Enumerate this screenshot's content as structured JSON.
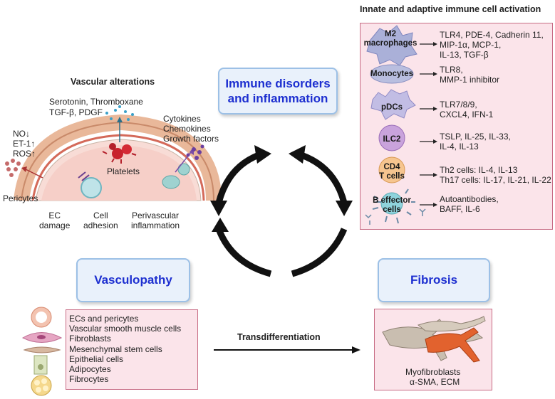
{
  "vascular": {
    "title": "Vascular alterations",
    "serotonin": "Serotonin, Thromboxane",
    "tgf": "TGF-β, PDGF",
    "cytokines": "Cytokines",
    "chemokines": "Chemokines",
    "growth": "Growth factors",
    "no": "NO↓",
    "et1": "ET-1↑",
    "ros": "ROS↑",
    "platelets": "Platelets",
    "pericytes": "Pericytes",
    "ec_damage": "EC\ndamage",
    "cell_adhesion": "Cell\nadhesion",
    "perivascular": "Perivascular\ninflammation"
  },
  "immune_title": "Immune disorders\nand inflammation",
  "innate": {
    "heading": "Innate and adaptive immune cell activation",
    "cells": [
      {
        "name": "M2\nmacrophages",
        "markers": "TLR4, PDE-4, Cadherin 11,\nMIP-1α, MCP-1,\nIL-13, TGF-β"
      },
      {
        "name": "Monocytes",
        "markers": "TLR8,\nMMP-1 inhibitor"
      },
      {
        "name": "pDCs",
        "markers": "TLR7/8/9,\nCXCL4, IFN-1"
      },
      {
        "name": "ILC2",
        "markers": "TSLP, IL-25, IL-33,\nIL-4, IL-13"
      },
      {
        "name": "CD4\nT cells",
        "markers": "Th2 cells: IL-4, IL-13\nTh17 cells: IL-17, IL-21, IL-22"
      },
      {
        "name": "B effector\ncells",
        "markers": "Autoantibodies,\nBAFF, IL-6"
      }
    ]
  },
  "vasculopathy": {
    "title": "Vasculopathy",
    "items": [
      "ECs and pericytes",
      "Vascular smooth muscle cells",
      "Fibroblasts",
      "Mesenchymal stem cells",
      "Epithelial cells",
      "Adipocytes",
      "Fibrocytes"
    ]
  },
  "transdiff": "Transdifferentiation",
  "fibrosis": {
    "title": "Fibrosis",
    "line1": "Myofibroblasts",
    "line2": "α-SMA, ECM"
  },
  "colors": {
    "title_text": "#1d2fd0",
    "title_bg": "#e9f1fb",
    "pink_box": "#fbe4ea",
    "pink_border": "#c76b84",
    "cycle_arrow": "#111111"
  }
}
